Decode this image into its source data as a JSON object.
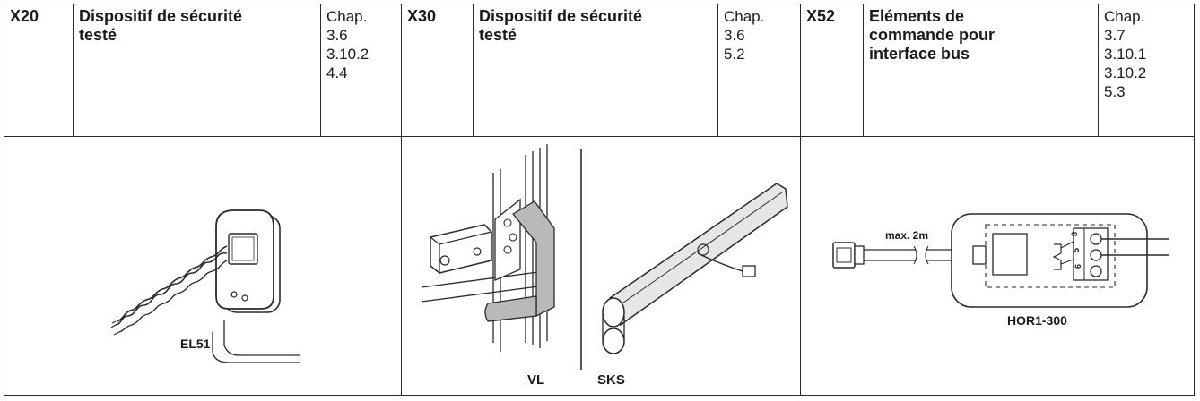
{
  "columns": [
    {
      "code": "X20",
      "title_lines": [
        "Dispositif de sécurité",
        "testé"
      ],
      "chap_label": "Chap.",
      "chapters": [
        "3.6",
        "3.10.2",
        "4.4"
      ],
      "figure_labels": [
        "EL51"
      ]
    },
    {
      "code": "X30",
      "title_lines": [
        "Dispositif de sécurité",
        "testé"
      ],
      "chap_label": "Chap.",
      "chapters": [
        "3.6",
        "5.2"
      ],
      "figure_labels": [
        "VL",
        "SKS"
      ]
    },
    {
      "code": "X52",
      "title_lines": [
        "Eléments de",
        "commande pour",
        "interface bus"
      ],
      "chap_label": "Chap.",
      "chapters": [
        "3.7",
        "3.10.1",
        "3.10.2",
        "5.3"
      ],
      "figure_labels": [
        "max. 2m",
        "HOR1-300"
      ],
      "terminal_labels": [
        "8",
        "5",
        "6"
      ]
    }
  ],
  "colors": {
    "line": "#2a2a2a",
    "gray_part": "#b9b9b9",
    "light_part": "#e6e6e6"
  }
}
